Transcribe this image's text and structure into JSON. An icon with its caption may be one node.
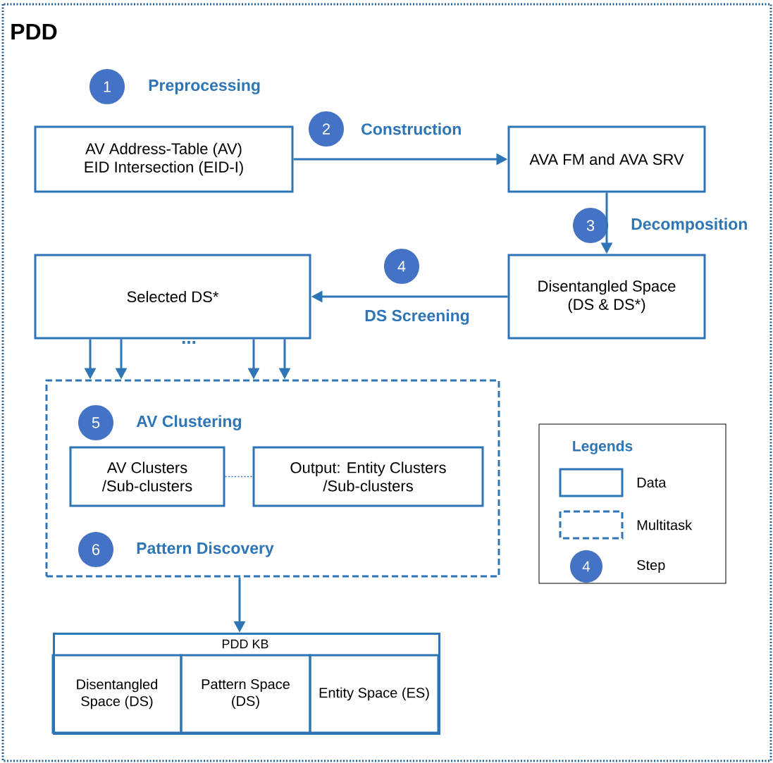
{
  "diagram": {
    "nodes": [
      {
        "text": [
          "PDD"
        ]
      },
      {
        "text": [
          "1"
        ],
        "beside": [
          "Preprocessing"
        ],
        "in": 0
      },
      {
        "text": [
          "AV Address-Table (AV)",
          "EID Intersection (EID-I)"
        ],
        "in": 0
      },
      {
        "text": [
          "2"
        ],
        "beside": [
          "Construction"
        ],
        "in": 0
      },
      {
        "text": [
          "AVA FM and AVA SRV"
        ],
        "in": 0
      },
      {
        "text": [
          "3"
        ],
        "beside": [
          "Decomposition"
        ],
        "in": 0
      },
      {
        "text": [
          "4"
        ],
        "beside": [
          "DS Screening"
        ],
        "in": 0
      },
      {
        "text": [
          "Selected DS*"
        ],
        "in": 0
      },
      {
        "text": [
          "Disentangled Space (DS & DS*)"
        ],
        "in": 0
      },
      {
        "text": [],
        "shape": "box",
        "in": 0
      },
      {
        "text": [
          "5"
        ],
        "beside": [
          "AV Clustering"
        ],
        "in": 9
      },
      {
        "text": [
          "AV Clusters /Sub-clusters"
        ],
        "in": 9
      },
      {
        "text": [
          "Output: Entity Clusters /Sub-clusters"
        ],
        "in": 9
      },
      {
        "text": [
          "6"
        ],
        "beside": [
          "Pattern Discovery"
        ],
        "in": 9
      },
      {
        "text": [
          "PDD KB"
        ],
        "in": 0
      },
      {
        "text": [
          "Disentangled Space (DS)"
        ],
        "in": 14
      },
      {
        "text": [
          "Pattern Space (DS)"
        ],
        "in": 14
      },
      {
        "text": [
          "Entity Space (ES)"
        ],
        "in": 14
      }
    ],
    "edges": [
      {
        "from": 2,
        "to": 4,
        "arrow": "to"
      },
      {
        "from": 4,
        "to": 8,
        "arrow": "to"
      },
      {
        "from": 8,
        "to": 7,
        "arrow": "to"
      },
      {
        "from": 7,
        "to": 9,
        "arrow": "to"
      },
      {
        "from": 7,
        "to": 9,
        "arrow": "to"
      },
      {
        "from": 7,
        "to": 9,
        "arrow": "to"
      },
      {
        "from": 7,
        "to": 9,
        "arrow": "to"
      },
      {
        "from": 11,
        "to": 12,
        "arrow": "none",
        "style": "dashed"
      },
      {
        "from": 9,
        "to": 14,
        "arrow": "to"
      }
    ],
    "labels": [
      "...",
      "Legends",
      "4"
    ],
    "legend": [
      {
        "text": "Data"
      },
      {
        "text": "Multitask"
      },
      {
        "text": "Step"
      }
    ]
  }
}
